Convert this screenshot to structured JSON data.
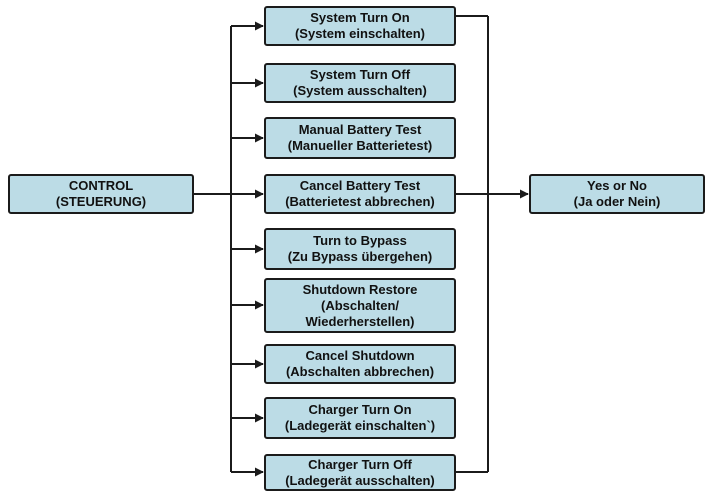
{
  "diagram": {
    "source": {
      "line1": "CONTROL",
      "line2": "(STEUERUNG)"
    },
    "options": [
      {
        "line1": "System Turn On",
        "line2": "(System einschalten)"
      },
      {
        "line1": "System Turn Off",
        "line2": "(System ausschalten)"
      },
      {
        "line1": "Manual Battery Test",
        "line2": "(Manueller Batterietest)"
      },
      {
        "line1": "Cancel Battery Test",
        "line2": "(Batterietest abbrechen)"
      },
      {
        "line1": "Turn to Bypass",
        "line2": "(Zu Bypass übergehen)"
      },
      {
        "line1": "Shutdown Restore",
        "line2": "(Abschalten/",
        "line3": "Wiederherstellen)"
      },
      {
        "line1": "Cancel Shutdown",
        "line2": "(Abschalten abbrechen)"
      },
      {
        "line1": "Charger Turn On",
        "line2": "(Ladegerät einschalten`)"
      },
      {
        "line1": "Charger Turn Off",
        "line2": "(Ladegerät ausschalten)"
      }
    ],
    "result": {
      "line1": "Yes or No",
      "line2": "(Ja oder Nein)"
    }
  },
  "colors": {
    "box_fill": "#bcdce6",
    "stroke": "#1b1b1b"
  }
}
